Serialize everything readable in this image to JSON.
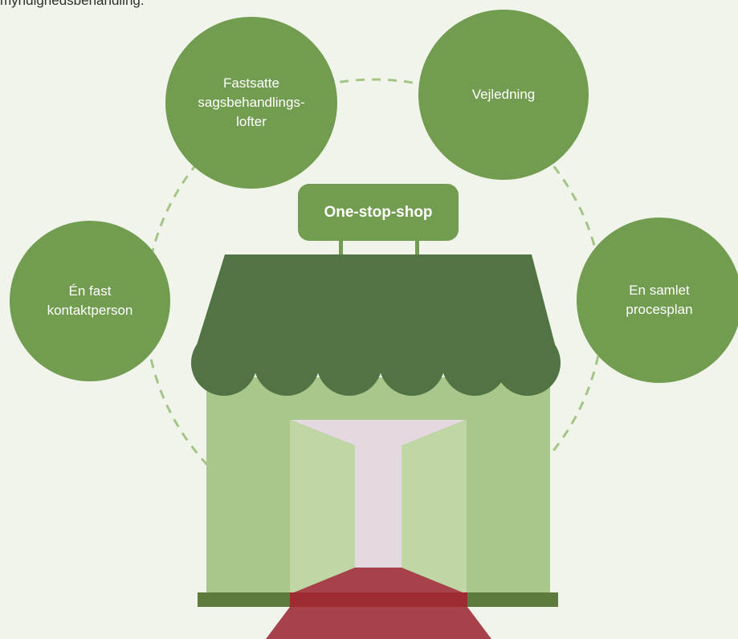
{
  "intro_text": "myndighedsbehandling.",
  "sign": {
    "label": "One-stop-shop"
  },
  "bubbles": {
    "contact": {
      "line1": "Én fast",
      "line2": "kontaktperson"
    },
    "deadlines": {
      "line1": "Fastsatte",
      "line2": "sagsbehandlings-",
      "line3": "lofter"
    },
    "guidance": {
      "line1": "Vejledning"
    },
    "plan": {
      "line1": "En samlet",
      "line2": "procesplan"
    }
  },
  "colors": {
    "background": "#f0f4ea",
    "bubble": "#729d50",
    "awning": "#527343",
    "wall": "#a9c78a",
    "door": "#c0d6a5",
    "back_wall": "#e4d9e1",
    "carpet": "#a8424a",
    "carpet_dark": "#9e2b32",
    "ground_strip": "#5e7a3d",
    "dashed_ring": "#a4c587"
  }
}
